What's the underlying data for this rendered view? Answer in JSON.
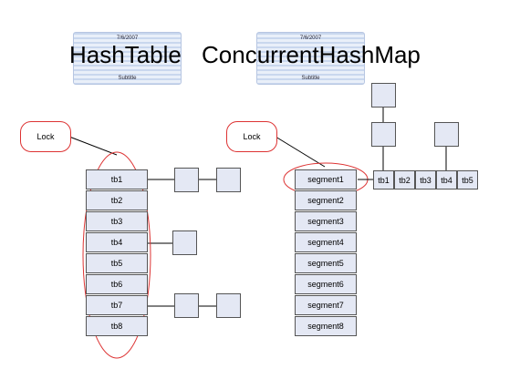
{
  "left_panel": {
    "badge_date": "7/6/2007",
    "badge_subtitle": "Subtitle",
    "title": "HashTable",
    "lock_label": "Lock",
    "buckets": [
      "tb1",
      "tb2",
      "tb3",
      "tb4",
      "tb5",
      "tb6",
      "tb7",
      "tb8"
    ]
  },
  "right_panel": {
    "badge_date": "7/6/2007",
    "badge_subtitle": "Subtitle",
    "title": "ConcurrentHashMap",
    "lock_label": "Lock",
    "segments": [
      "segment1",
      "segment2",
      "segment3",
      "segment4",
      "segment5",
      "segment6",
      "segment7",
      "segment8"
    ],
    "segment_table": [
      "tb1",
      "tb2",
      "tb3",
      "tb4",
      "tb5"
    ]
  },
  "colors": {
    "cell_fill": "#e4e8f4",
    "outline": "#555555",
    "lock_highlight": "#dd3333"
  }
}
